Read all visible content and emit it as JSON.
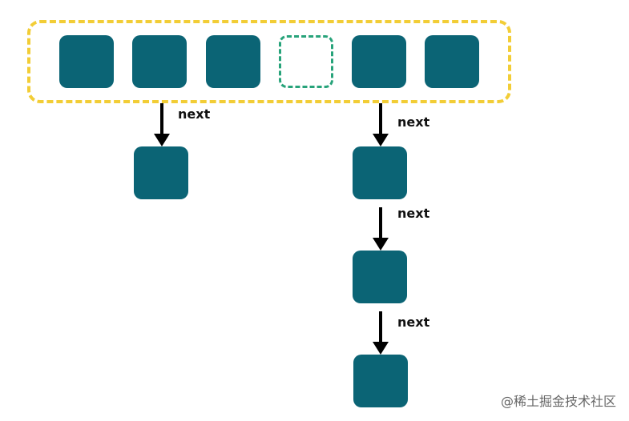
{
  "labels": {
    "next_1": "next",
    "next_2": "next",
    "next_3": "next",
    "next_4": "next"
  },
  "watermark": "@稀土掘金技术社区",
  "colors": {
    "node_fill": "#0b6475",
    "empty_border": "#27a37a",
    "array_border": "#f2cd36",
    "arrow": "#000000"
  }
}
